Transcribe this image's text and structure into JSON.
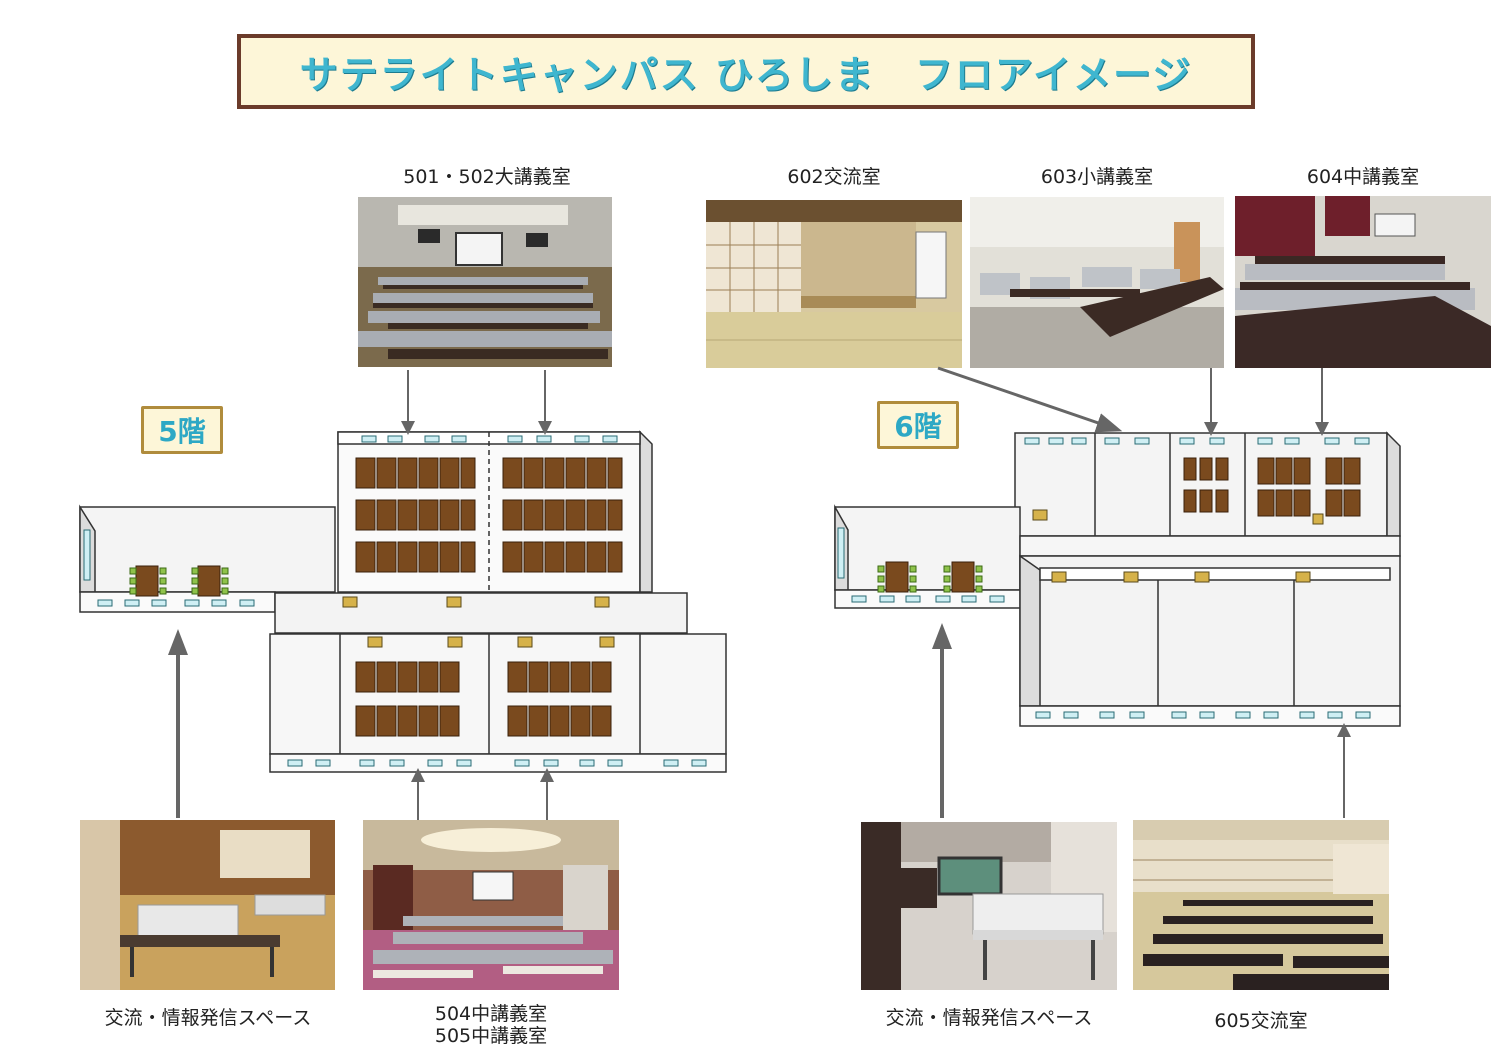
{
  "title": "サテライトキャンパス ひろしま　フロアイメージ",
  "floors": {
    "floor5": {
      "badge": "5階"
    },
    "floor6": {
      "badge": "6階"
    }
  },
  "rooms": {
    "r501_502": "501・502大講義室",
    "r602": "602交流室",
    "r603": "603小講義室",
    "r604": "604中講義室",
    "exchange5": "交流・情報発信スペース",
    "r504": "504中講義室",
    "r505": "505中講義室",
    "exchange6": "交流・情報発信スペース",
    "r605": "605交流室"
  },
  "colors": {
    "title_text": "#3fb6cf",
    "title_border": "#6b3b2a",
    "title_bg": "#fdf6d8",
    "desk": "#7a4a1e",
    "wall": "#f2f2f2",
    "arrow": "#666666"
  }
}
